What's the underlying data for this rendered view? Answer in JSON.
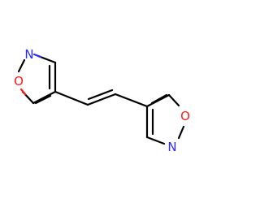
{
  "molecule": {
    "atoms": {
      "n_left": {
        "symbol": "N",
        "color": "#2a2aff"
      },
      "o_left": {
        "symbol": "O",
        "color": "#ff1a1a"
      },
      "n_right": {
        "symbol": "N",
        "color": "#2a2aff"
      },
      "o_right": {
        "symbol": "O",
        "color": "#ff1a1a"
      }
    },
    "bond_color": "#000000"
  }
}
